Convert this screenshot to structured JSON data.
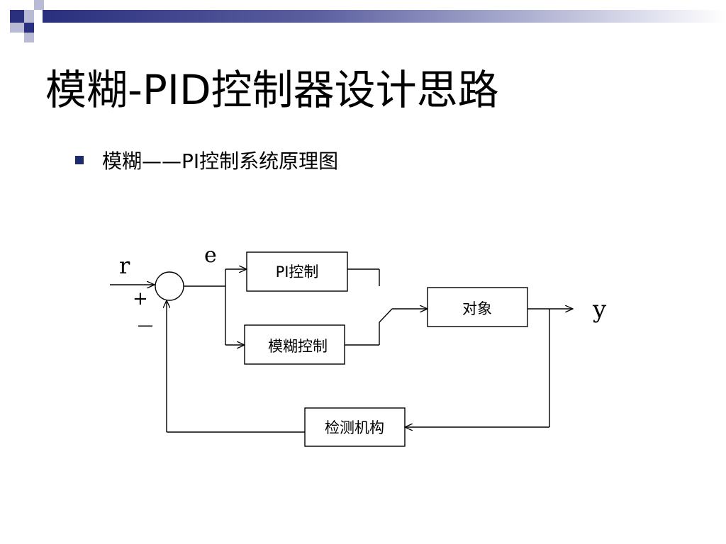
{
  "slide": {
    "title": "模糊-PID控制器设计思路",
    "bullet": "模糊——PI控制系统原理图"
  },
  "diagram": {
    "signals": {
      "reference": "r",
      "error": "e",
      "output": "y",
      "plus": "+",
      "minus": "—"
    },
    "blocks": {
      "pi_control": "PI控制",
      "fuzzy_control": "模糊控制",
      "plant": "对象",
      "sensor": "检测机构"
    }
  },
  "colors": {
    "accent": "#2a2f7e",
    "bullet": "#1f2a6b",
    "line": "#000000"
  }
}
